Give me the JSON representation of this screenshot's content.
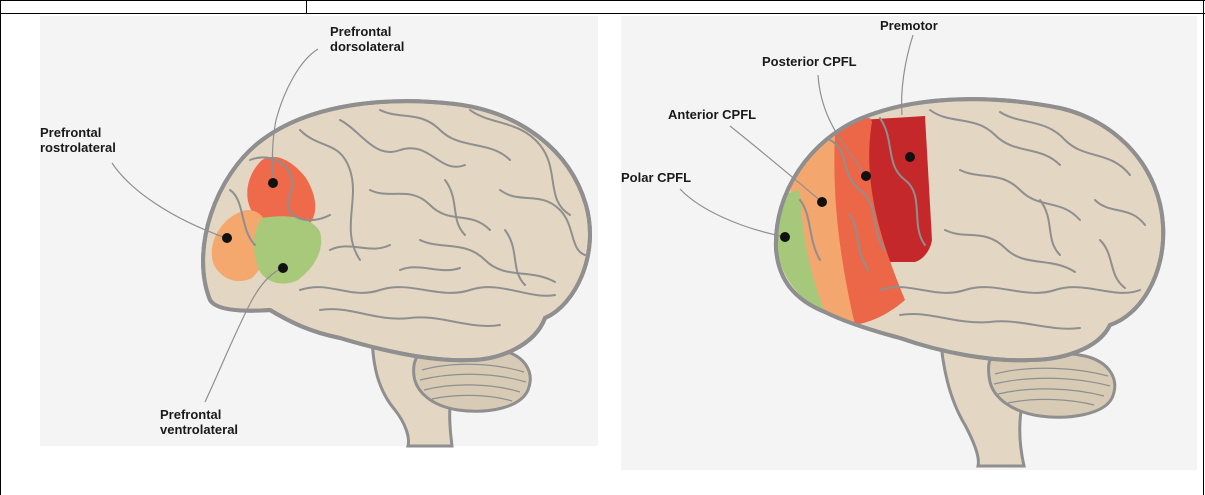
{
  "left_diagram": {
    "labels": {
      "dorsolateral": [
        "Prefrontal",
        "dorsolateral"
      ],
      "rostrolateral": [
        "Prefrontal",
        "rostrolateral"
      ],
      "ventrolateral": [
        "Prefrontal",
        "ventrolateral"
      ]
    }
  },
  "right_diagram": {
    "labels": {
      "premotor": "Premotor",
      "posterior": "Posterior CPFL",
      "anterior": "Anterior CPFL",
      "polar": "Polar CPFL"
    }
  },
  "colors": {
    "brain": "#e3d6c2",
    "outline": "#8f8f8f",
    "dorsolateral": "#ef6a4a",
    "rostrolateral": "#f5a86e",
    "ventrolateral": "#a9c97a",
    "premotor": "#c5282a",
    "posterior": "#ec6648",
    "anterior": "#f4a66f",
    "polar": "#a6c87a"
  }
}
